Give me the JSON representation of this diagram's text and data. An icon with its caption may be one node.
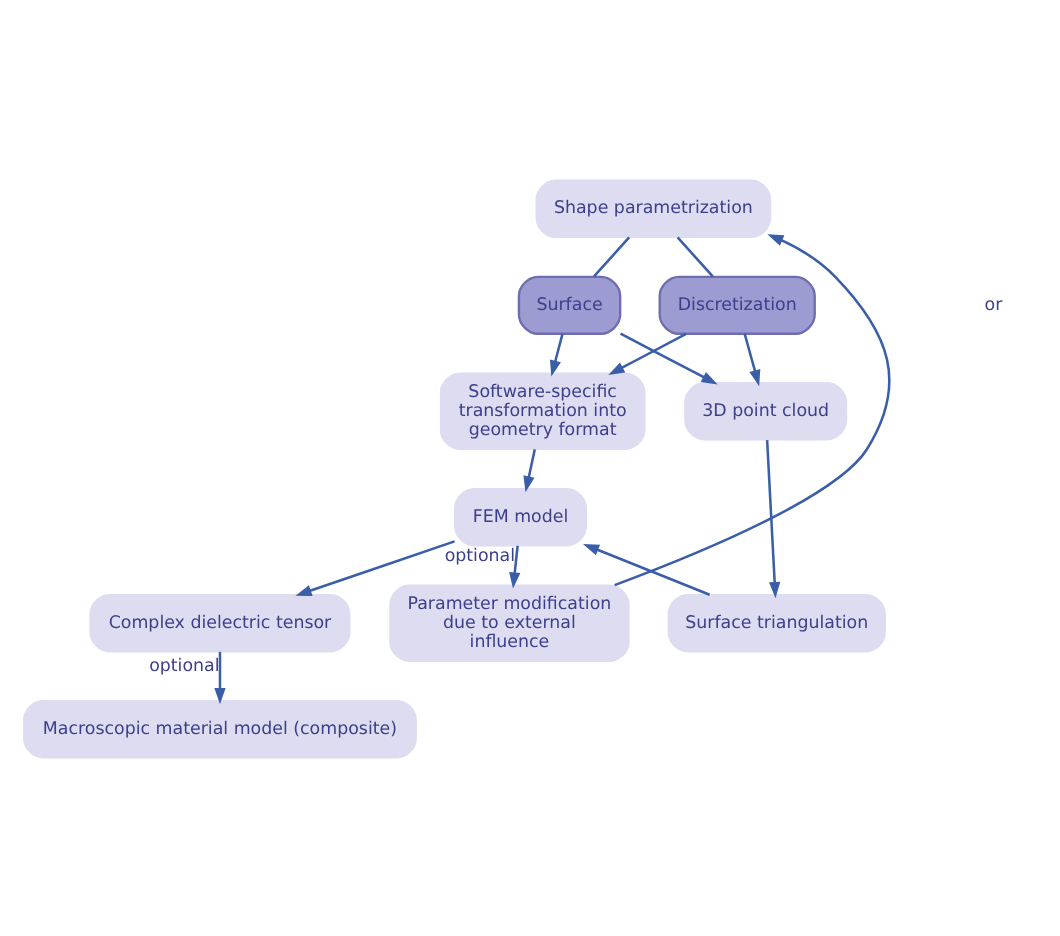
{
  "diagram": {
    "nodes": [
      {
        "text": [
          "Shape parametrization"
        ]
      },
      {
        "text": [
          "Surface"
        ]
      },
      {
        "text": [
          "Discretization"
        ]
      },
      {
        "text": [
          "Software-specific transformation into geometry format"
        ]
      },
      {
        "text": [
          "3D point cloud"
        ]
      },
      {
        "text": [
          "Surface triangulation"
        ]
      },
      {
        "text": [
          "FEM model"
        ]
      },
      {
        "text": [
          "Parameter modification due to external influence"
        ]
      },
      {
        "text": [
          "Complex dielectric tensor"
        ]
      },
      {
        "text": [
          "Macroscopic material model (composite)"
        ]
      }
    ],
    "edges": [
      {
        "from": 0,
        "to": 1,
        "arrow": "none"
      },
      {
        "from": 0,
        "to": 2,
        "arrow": "none"
      },
      {
        "from": 1,
        "to": 3,
        "arrow": "to"
      },
      {
        "from": 1,
        "to": 4,
        "arrow": "to"
      },
      {
        "from": 2,
        "to": 3,
        "arrow": "to"
      },
      {
        "from": 2,
        "to": 4,
        "arrow": "to"
      },
      {
        "from": 4,
        "to": 5,
        "arrow": "to"
      },
      {
        "from": 3,
        "to": 6,
        "arrow": "to"
      },
      {
        "from": 5,
        "to": 6,
        "arrow": "to"
      },
      {
        "from": 6,
        "to": 8,
        "arrow": "to"
      },
      {
        "from": 6,
        "to": 7,
        "arrow": "to",
        "label": "optional"
      },
      {
        "from": 7,
        "to": 0,
        "arrow": "to"
      },
      {
        "from": 8,
        "to": 9,
        "arrow": "to",
        "label": "optional"
      }
    ],
    "labels": [
      "or"
    ]
  }
}
